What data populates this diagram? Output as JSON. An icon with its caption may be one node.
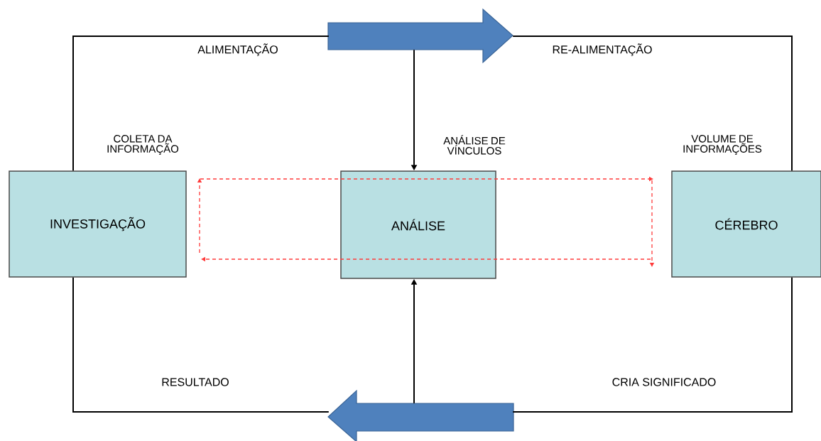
{
  "diagram": {
    "nodes": [
      {
        "text": [
          "INVESTIGAÇÃO"
        ]
      },
      {
        "text": [
          "ANÁLISE"
        ]
      },
      {
        "text": [
          "CÉREBRO"
        ]
      },
      {
        "text": [],
        "shape": "arrow"
      },
      {
        "text": [],
        "shape": "arrow"
      }
    ],
    "edges": [
      {
        "from": 0,
        "to": 3,
        "arrow": "none"
      },
      {
        "from": 3,
        "to": 2,
        "arrow": "none"
      },
      {
        "from": 2,
        "to": 4,
        "arrow": "none"
      },
      {
        "from": 4,
        "to": 0,
        "arrow": "none"
      },
      {
        "from": 3,
        "to": 1,
        "arrow": "to"
      },
      {
        "from": 4,
        "to": 1,
        "arrow": "to"
      }
    ],
    "labels": [
      "ALIMENTAÇÃO",
      "RE-ALIMENTAÇÃO",
      "COLETA DA INFORMAÇÃO",
      "ANÁLISE DE VÍNCULOS",
      "VOLUME DE INFORMAÇÕES",
      "RESULTADO",
      "CRIA SIGNIFICADO"
    ]
  }
}
